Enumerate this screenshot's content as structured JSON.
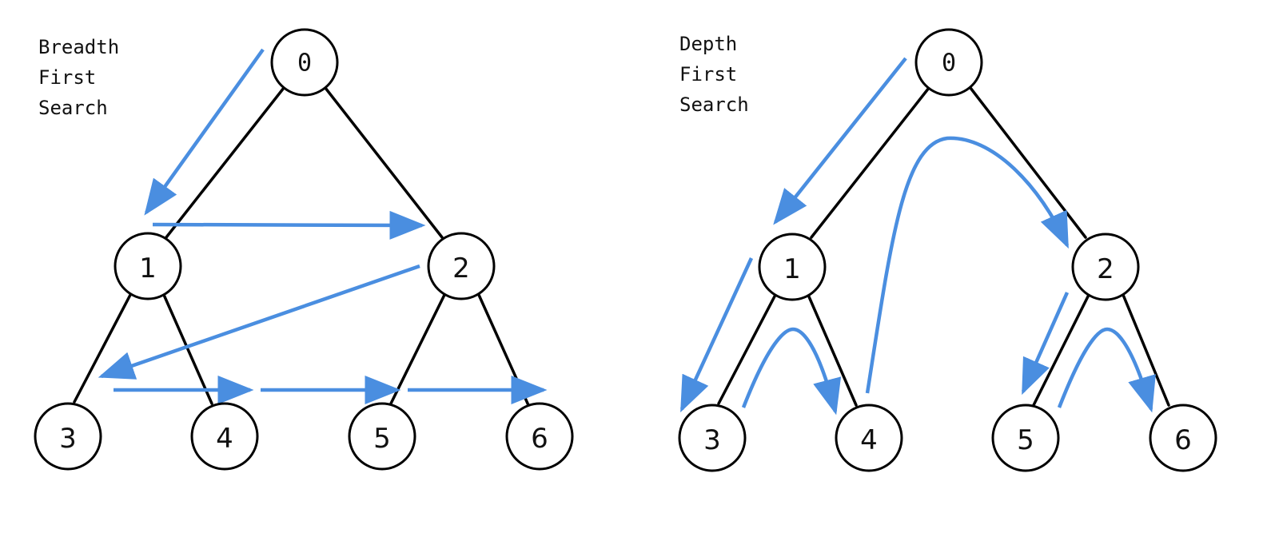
{
  "accent_color": "#4a8ee0",
  "panels": [
    {
      "id": "bfs",
      "title_lines": [
        "Breadth",
        "First",
        "Search"
      ],
      "nodes": [
        "0",
        "1",
        "2",
        "3",
        "4",
        "5",
        "6"
      ]
    },
    {
      "id": "dfs",
      "title_lines": [
        "Depth",
        "First",
        "Search"
      ],
      "nodes": [
        "0",
        "1",
        "2",
        "3",
        "4",
        "5",
        "6"
      ]
    }
  ]
}
